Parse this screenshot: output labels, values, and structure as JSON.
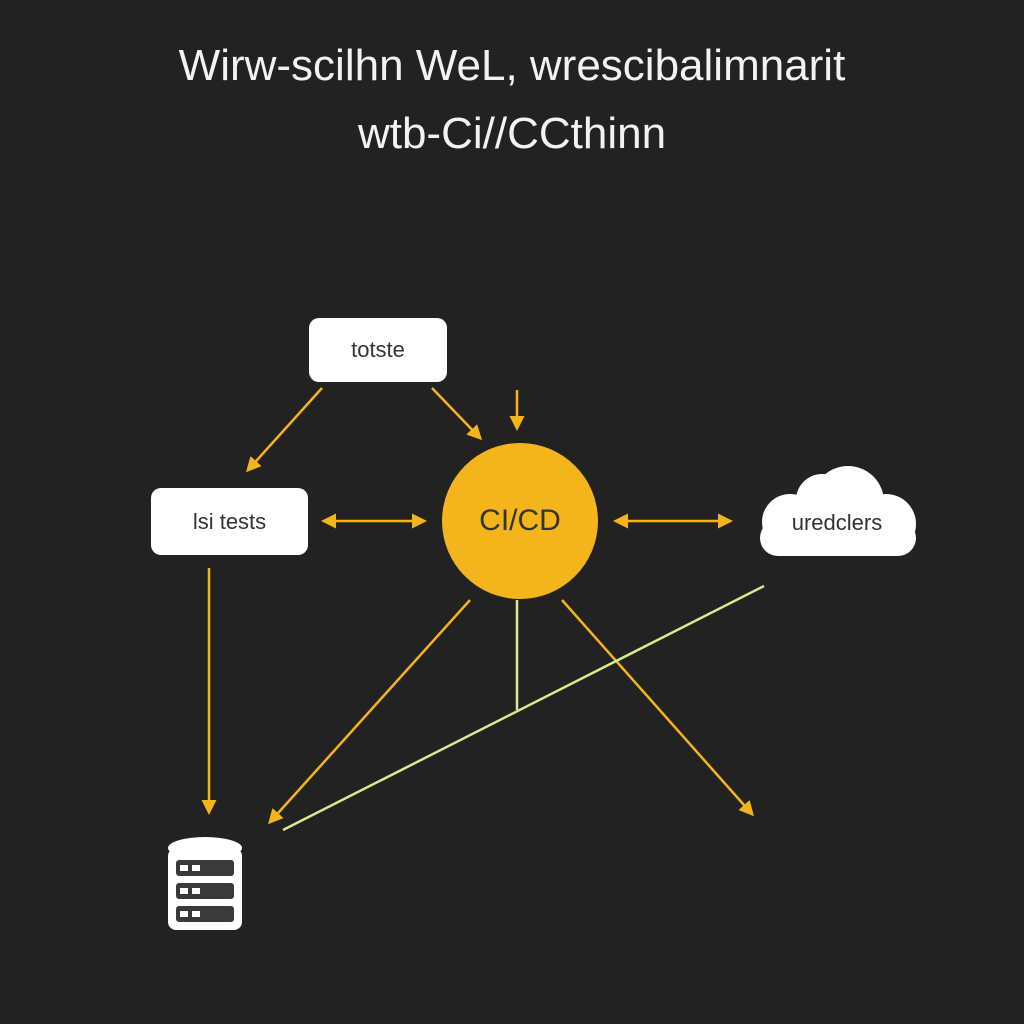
{
  "title": {
    "line1": "Wirw-scilhn WeL, wrescibalimnarit",
    "line2": "wtb-Ci//CCthinn"
  },
  "nodes": {
    "top_box": "totste",
    "left_box": "lsi tests",
    "hub": "CI/CD",
    "cloud": "uredclers"
  },
  "icons": {
    "cloud": "cloud-icon",
    "database": "database-server-icon"
  },
  "colors": {
    "background": "#222223",
    "accent": "#f4b51c",
    "highlight_line": "#d6ea8e",
    "box": "#ffffff"
  }
}
